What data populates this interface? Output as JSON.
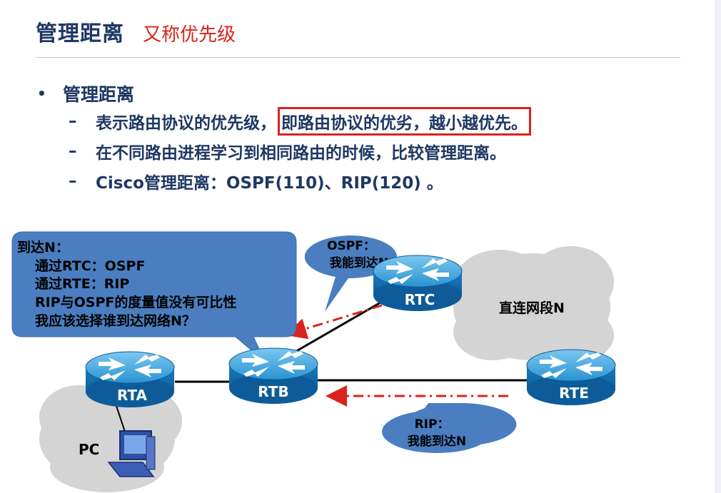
{
  "header": {
    "title": "管理距离",
    "subtitle": "又称优先级"
  },
  "bullets": {
    "level1": "管理距离",
    "items": [
      {
        "text": "表示路由协议的优先级，",
        "highlight": "即路由协议的优劣，越小越优先。"
      },
      {
        "text": "在不同路由进程学习到相同路由的时候，比较管理距离。",
        "highlight": ""
      },
      {
        "text": "Cisco管理距离：OSPF(110)、RIP(120) 。",
        "highlight": ""
      }
    ]
  },
  "diagram": {
    "routers": {
      "rta": "RTA",
      "rtb": "RTB",
      "rtc": "RTC",
      "rte": "RTE"
    },
    "pc_label": "PC",
    "cloud_label": "直连网段N",
    "callout_main": [
      "到达N：",
      "通过RTC：OSPF",
      "通过RTE：RIP",
      "RIP与OSPF的度量值没有可比性",
      "我应该选择谁到达网络N？"
    ],
    "callout_ospf": [
      "OSPF：",
      "我能到达N"
    ],
    "callout_rip": [
      "RIP：",
      "我能到达N"
    ]
  },
  "colors": {
    "title": "#1f3763",
    "accent_red": "#d9241c",
    "callout_fill": "#4a7ec0",
    "router_blue": "#1a86c8",
    "cloud_gray": "#d4d4d4"
  },
  "icons": [
    "router-icon",
    "pc-icon",
    "cloud-shape"
  ]
}
